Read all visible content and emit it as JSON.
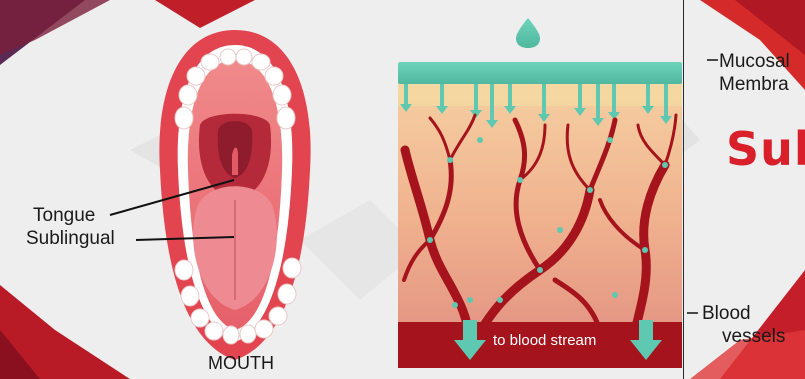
{
  "mouth": {
    "caption": "MOUTH",
    "tongue_label": "Tongue",
    "sublingual_label": "Sublingual"
  },
  "tissue": {
    "stream_label": "to blood stream",
    "mucosal_label_line1": "Mucosal",
    "mucosal_label_line2": "Membra",
    "blood_label_line1": "Blood",
    "blood_label_line2": "vessels"
  },
  "title": "Sub",
  "colors": {
    "accent_red": "#d81f2a",
    "teal": "#5ec8b0",
    "vessel": "#a5141c"
  }
}
